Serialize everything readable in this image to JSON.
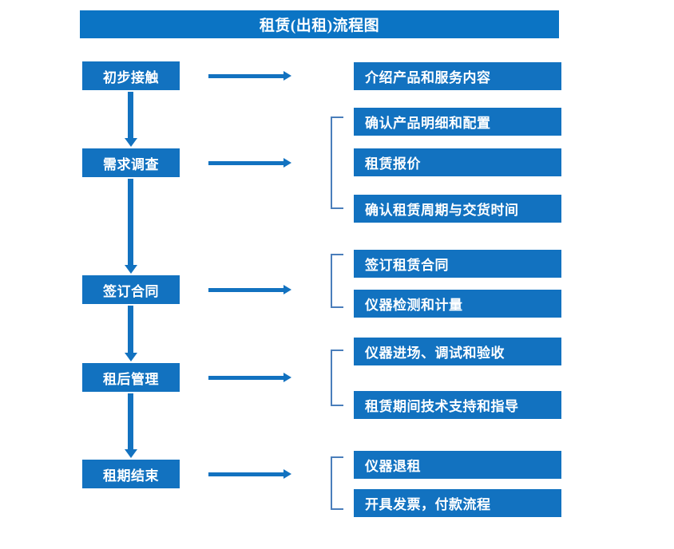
{
  "title": "租赁(出租)流程图",
  "colors": {
    "title_bar": "#0b74c4",
    "box": "#1272c0",
    "arrow": "#1272c0",
    "bracket": "#4a7ebb",
    "text": "#ffffff",
    "background": "#ffffff"
  },
  "stages": [
    {
      "label": "初步接触"
    },
    {
      "label": "需求调查"
    },
    {
      "label": "签订合同"
    },
    {
      "label": "租后管理"
    },
    {
      "label": "租期结束"
    }
  ],
  "detail_groups": [
    {
      "stage": "初步接触",
      "bracketed": false,
      "items": [
        {
          "label": "介绍产品和服务内容"
        }
      ]
    },
    {
      "stage": "需求调查",
      "bracketed": true,
      "items": [
        {
          "label": "确认产品明细和配置"
        },
        {
          "label": "租赁报价"
        },
        {
          "label": "确认租赁周期与交货时间"
        }
      ]
    },
    {
      "stage": "签订合同",
      "bracketed": true,
      "items": [
        {
          "label": "签订租赁合同"
        },
        {
          "label": "仪器检测和计量"
        }
      ]
    },
    {
      "stage": "租后管理",
      "bracketed": true,
      "items": [
        {
          "label": "仪器进场、调试和验收"
        },
        {
          "label": "租赁期间技术支持和指导"
        }
      ]
    },
    {
      "stage": "租期结束",
      "bracketed": true,
      "items": [
        {
          "label": "仪器退租"
        },
        {
          "label": "开具发票，付款流程"
        }
      ]
    }
  ]
}
